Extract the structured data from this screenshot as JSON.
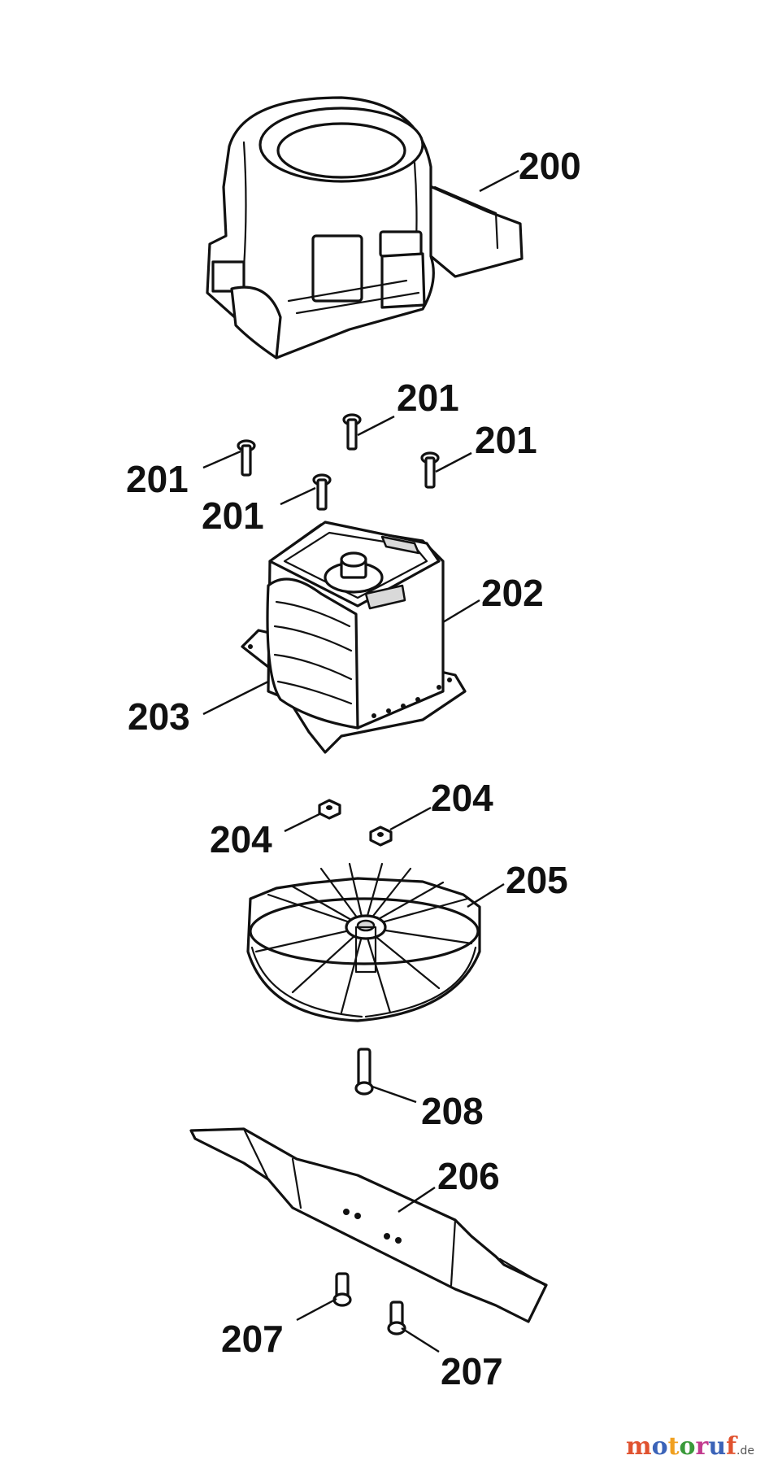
{
  "diagram": {
    "labels": {
      "p200": "200",
      "p201a": "201",
      "p201b": "201",
      "p201c": "201",
      "p201d": "201",
      "p202": "202",
      "p203": "203",
      "p204a": "204",
      "p204b": "204",
      "p205": "205",
      "p206": "206",
      "p207a": "207",
      "p207b": "207",
      "p208": "208"
    }
  },
  "watermark": {
    "letters": [
      "m",
      "o",
      "t",
      "o",
      "r",
      "u",
      "f"
    ],
    "tld": ".de"
  }
}
